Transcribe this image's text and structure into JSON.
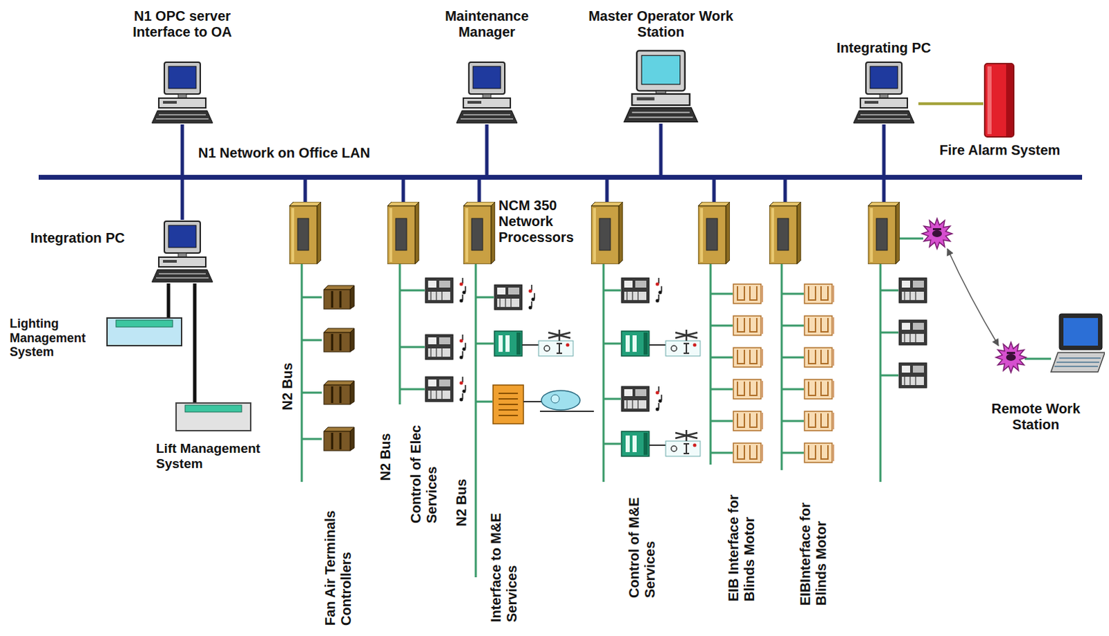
{
  "diagram": {
    "nodes": [
      {
        "text": [
          "N1 OPC server Interface to OA"
        ]
      },
      {
        "text": [
          "Maintenance Manager"
        ]
      },
      {
        "text": [
          "Master Operator Work Station"
        ]
      },
      {
        "text": [
          "Integrating PC"
        ]
      },
      {
        "text": [
          "Fire Alarm System"
        ]
      },
      {
        "text": [
          "N1 Network on Office LAN"
        ]
      },
      {
        "text": [
          "Integration PC"
        ]
      },
      {
        "text": [
          "Lighting Management System"
        ]
      },
      {
        "text": [
          "Lift Management System"
        ]
      },
      {
        "text": [
          "Remote Work Station"
        ]
      }
    ],
    "edges": [
      {
        "from": 0,
        "to": 5,
        "arrow": "none"
      },
      {
        "from": 1,
        "to": 5,
        "arrow": "none"
      },
      {
        "from": 2,
        "to": 5,
        "arrow": "none"
      },
      {
        "from": 3,
        "to": 5,
        "arrow": "none"
      },
      {
        "from": 3,
        "to": 4,
        "arrow": "none"
      },
      {
        "from": 6,
        "to": 5,
        "arrow": "none"
      },
      {
        "from": 6,
        "to": 7,
        "arrow": "none"
      },
      {
        "from": 6,
        "to": 8,
        "arrow": "none"
      }
    ],
    "labels": [
      "NCM 350 Network Processors",
      "N2 Bus",
      "Fan Air Terminals Controllers",
      "N2 Bus",
      "Control of Elec Services",
      "N2 Bus",
      "Interface to M&E Services",
      "Control of M&E Services",
      "EIB Interface for Blinds Motor",
      "EIBInterface for Blinds Motor"
    ]
  }
}
